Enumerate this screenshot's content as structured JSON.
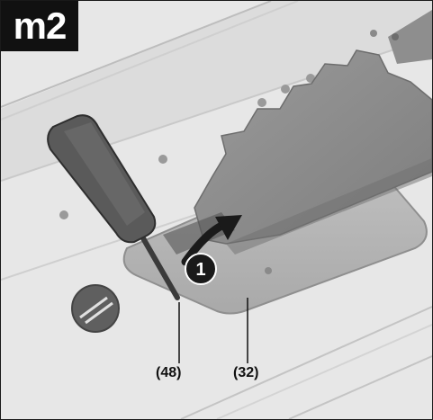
{
  "figure": {
    "step_label": "m2",
    "step_badge": "1",
    "callouts": [
      {
        "label": "(48)"
      },
      {
        "label": "(32)"
      }
    ]
  }
}
